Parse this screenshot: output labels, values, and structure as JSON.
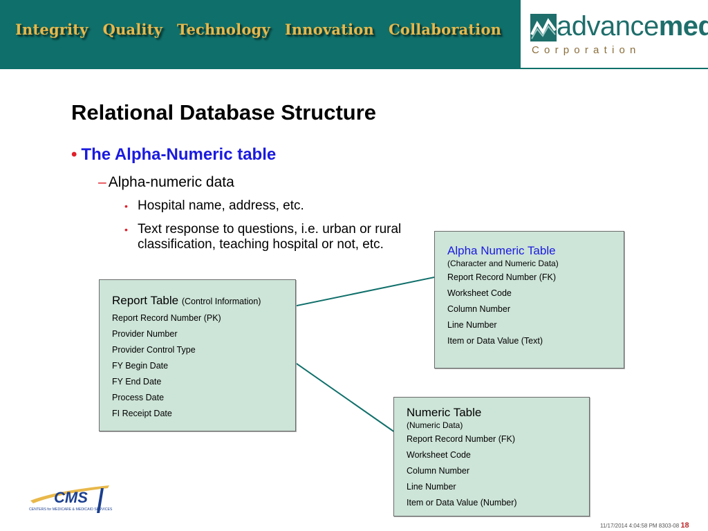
{
  "header": {
    "values": [
      "Integrity",
      "Quality",
      "Technology",
      "Innovation",
      "Collaboration"
    ],
    "logo_word_light": "advance",
    "logo_word_bold": "med",
    "logo_subtitle": "Corporation"
  },
  "slide": {
    "title": "Relational Database Structure",
    "bullet": "The Alpha-Numeric table",
    "sub_bullet": "Alpha-numeric data",
    "details": [
      "Hospital name, address, etc.",
      "Text response to questions, i.e. urban or rural classification, teaching hospital or not, etc."
    ]
  },
  "tables": {
    "report": {
      "name": "Report Table",
      "note": "(Control Information)",
      "fields": [
        "Report Record Number (PK)",
        "Provider Number",
        "Provider Control Type",
        "FY Begin Date",
        "FY End Date",
        "Process Date",
        "FI Receipt Date"
      ]
    },
    "alpha": {
      "name": "Alpha Numeric Table",
      "note": "(Character and Numeric Data)",
      "fields": [
        "Report Record Number (FK)",
        "Worksheet Code",
        "Column Number",
        "Line Number",
        "Item or Data Value (Text)"
      ]
    },
    "numeric": {
      "name": "Numeric Table",
      "note": "(Numeric Data)",
      "fields": [
        "Report Record Number (FK)",
        "Worksheet Code",
        "Column Number",
        "Line Number",
        "Item or Data Value (Number)"
      ]
    }
  },
  "footer": {
    "cms_logo_text": "CMS",
    "cms_tagline": "CENTERS for MEDICARE & MEDICAID SERVICES",
    "timestamp": "11/17/2014 4:04:58 PM 8303-08",
    "page_number": "18"
  },
  "colors": {
    "banner": "#0f6f6a",
    "values_text": "#e8b84a",
    "bullet_blue": "#1a1ae0",
    "bullet_red": "#e0202a",
    "table_fill": "#cde4d8",
    "connector": "#0f6f6a"
  }
}
